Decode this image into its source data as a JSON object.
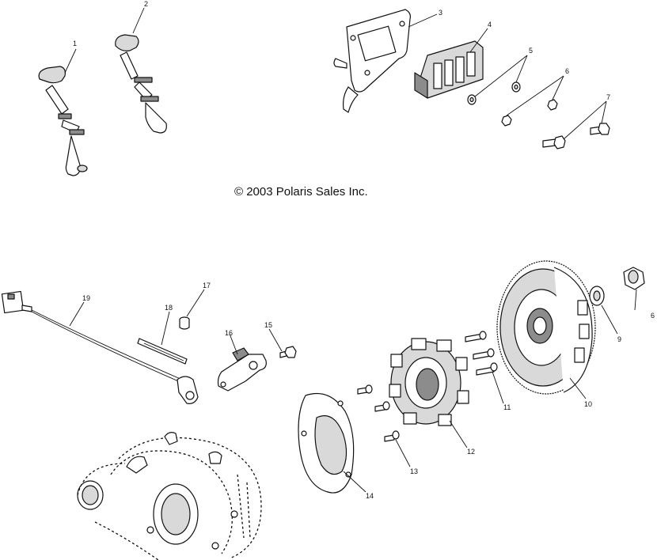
{
  "copyright": "© 2003 Polaris Sales Inc.",
  "callouts": [
    "1",
    "2",
    "3",
    "4",
    "5",
    "6",
    "7",
    "6",
    "9",
    "10",
    "11",
    "12",
    "13",
    "14",
    "15",
    "16",
    "17",
    "18",
    "19"
  ]
}
